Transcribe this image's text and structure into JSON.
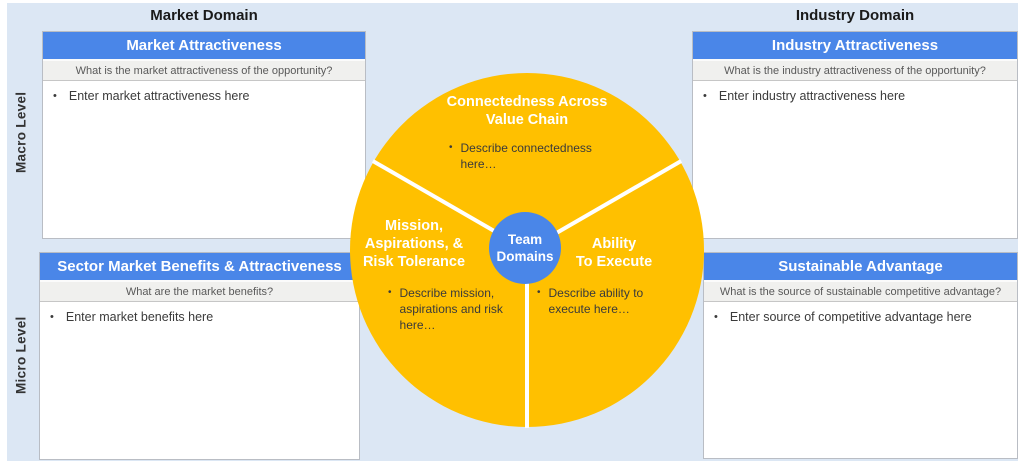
{
  "colors": {
    "background": "#dce7f4",
    "accent_blue": "#4a86e8",
    "gold": "#ffc000",
    "question_bar_bg": "#f0f0ee"
  },
  "domain_headers": {
    "market": "Market Domain",
    "industry": "Industry Domain"
  },
  "level_labels": {
    "macro": "Macro Level",
    "micro": "Micro Level"
  },
  "panels": [
    {
      "title": "Market Attractiveness",
      "question": "What is the market attractiveness of the opportunity?",
      "placeholder": "Enter market attractiveness here"
    },
    {
      "title": "Sector Market Benefits & Attractiveness",
      "question": "What are the market benefits?",
      "placeholder": "Enter market benefits here"
    },
    {
      "title": "Industry Attractiveness",
      "question": "What is the industry attractiveness of the opportunity?",
      "placeholder": "Enter industry attractiveness here"
    },
    {
      "title": "Sustainable Advantage",
      "question": "What is the source of sustainable competitive advantage?",
      "placeholder": "Enter source of competitive advantage here"
    }
  ],
  "circle": {
    "segments": {
      "top": {
        "title": "Connectedness Across\nValue Chain",
        "bullet": "Describe connectedness here…"
      },
      "left": {
        "title": "Mission,\nAspirations, &\nRisk Tolerance",
        "bullet": "Describe mission, aspirations and risk here…"
      },
      "right": {
        "title": "Ability\nTo Execute",
        "bullet": "Describe ability to execute here…"
      }
    },
    "center_label": "Team\nDomains"
  },
  "glyphs": {
    "bullet": "•"
  }
}
